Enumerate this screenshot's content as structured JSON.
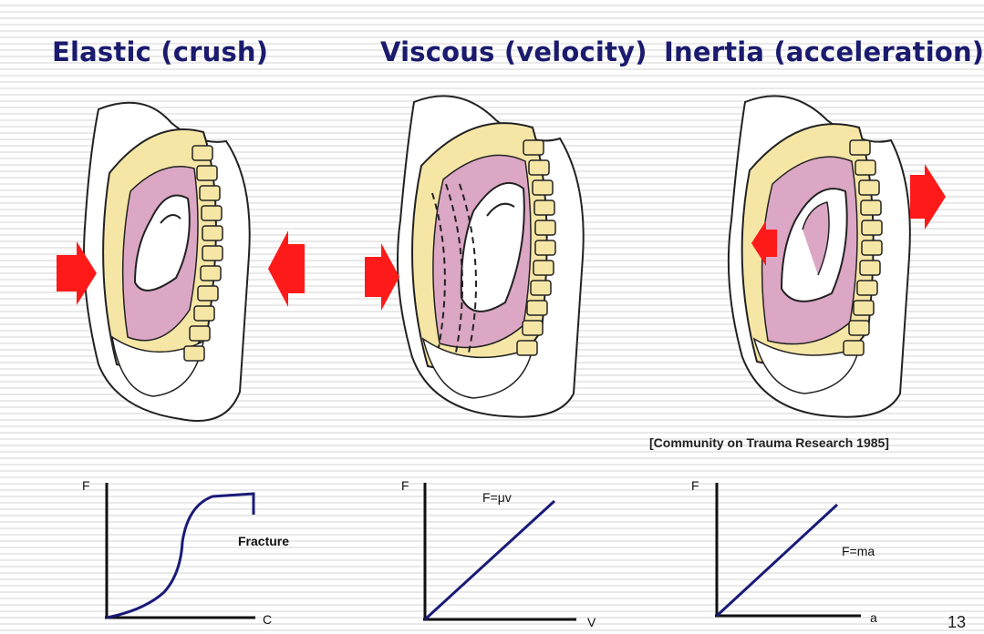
{
  "headings": {
    "elastic": "Elastic (crush)",
    "viscous": "Viscous (velocity)",
    "inertia": "Inertia (acceleration)"
  },
  "citation": "[Community on Trauma Research 1985]",
  "graphs": {
    "elastic": {
      "y_axis": "F",
      "x_axis": "C",
      "annotation": "Fracture"
    },
    "viscous": {
      "y_axis": "F",
      "x_axis": "V",
      "annotation": "F=μv"
    },
    "inertia": {
      "y_axis": "F",
      "x_axis": "a",
      "annotation": "F=ma"
    }
  },
  "page_number": "13",
  "colors": {
    "heading": "#1a1a6e",
    "graph_line": "#1a1a78",
    "arrow": "#ff1a1a",
    "organ": "#dba7c4",
    "bone": "#f6e6a6"
  }
}
